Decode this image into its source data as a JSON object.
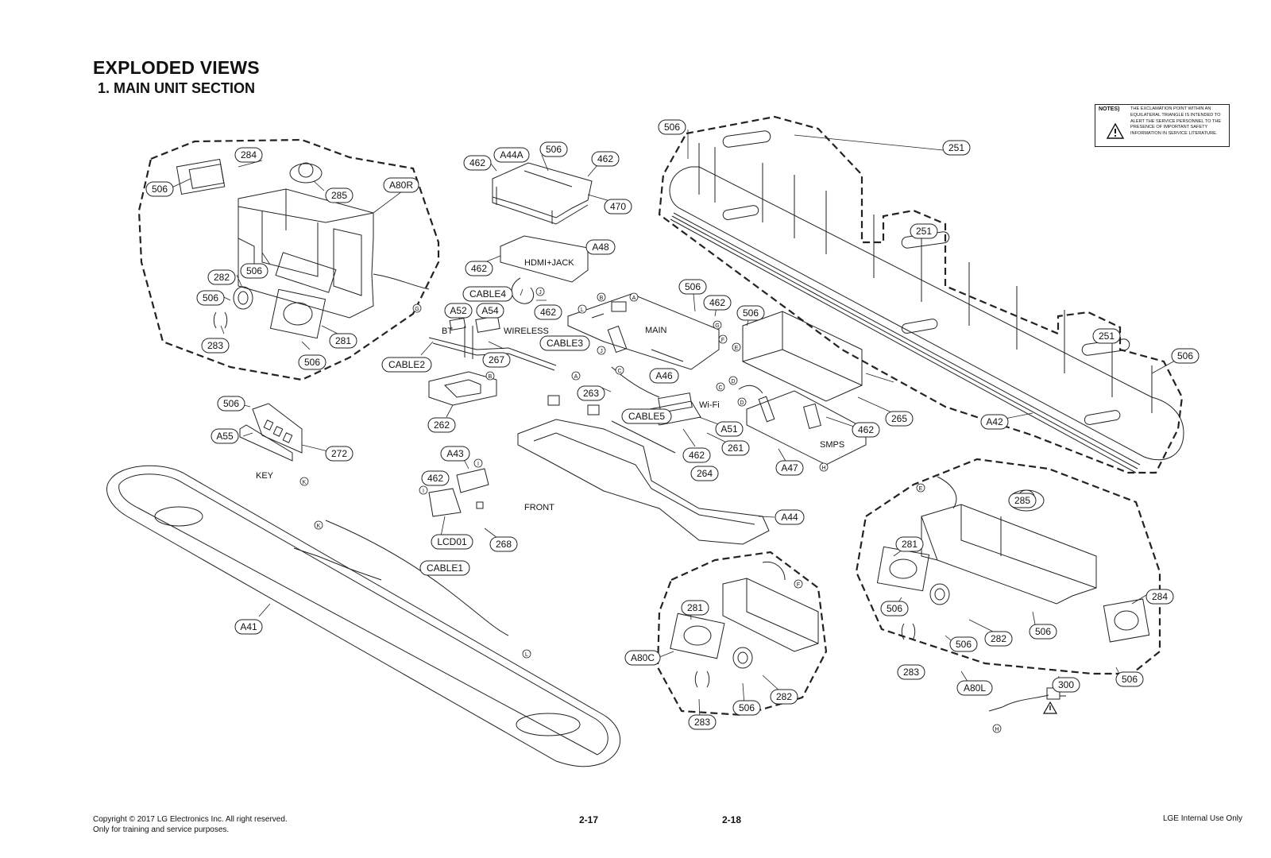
{
  "header": {
    "title": "EXPLODED VIEWS",
    "section": "1. MAIN UNIT SECTION"
  },
  "notes": {
    "label": "NOTES)",
    "text": "THE EXCLAMATION POINT WITHIN AN EQUILATERAL TRIANGLE IS INTENDED TO ALERT THE SERVICE PERSONNEL TO THE PRESENCE OF IMPORTANT SAFETY INFORMATION IN SERVICE LITERATURE."
  },
  "footer": {
    "copyright": "Copyright © 2017 LG Electronics Inc. All right reserved.",
    "usage": "Only for training and service purposes.",
    "page_left": "2-17",
    "page_right": "2-18",
    "classification": "LGE Internal Use Only"
  },
  "callouts": [
    "506",
    "284",
    "285",
    "A80R",
    "282",
    "506",
    "506",
    "283",
    "281",
    "506",
    "462",
    "A44A",
    "506",
    "462",
    "470",
    "A48",
    "462",
    "CABLE4",
    "462",
    "A52",
    "A54",
    "267",
    "CABLE3",
    "CABLE2",
    "506",
    "462",
    "A46",
    "506",
    "265",
    "462",
    "A47",
    "263",
    "CABLE5",
    "A51",
    "261",
    "462",
    "262",
    "264",
    "A44",
    "506",
    "251",
    "251",
    "251",
    "506",
    "A42",
    "506",
    "A55",
    "272",
    "A43",
    "462",
    "LCD01",
    "268",
    "CABLE1",
    "A41",
    "281",
    "A80C",
    "283",
    "506",
    "282",
    "285",
    "281",
    "506",
    "506",
    "282",
    "506",
    "284",
    "283",
    "A80L",
    "506",
    "300"
  ],
  "labels": [
    "HDMI+JACK",
    "MAIN",
    "BT",
    "WIRELESS",
    "Wi-Fi",
    "SMPS",
    "KEY",
    "FRONT"
  ],
  "connectors": [
    "G",
    "A",
    "B",
    "E",
    "F",
    "C",
    "D",
    "J",
    "L",
    "K",
    "I",
    "H"
  ]
}
